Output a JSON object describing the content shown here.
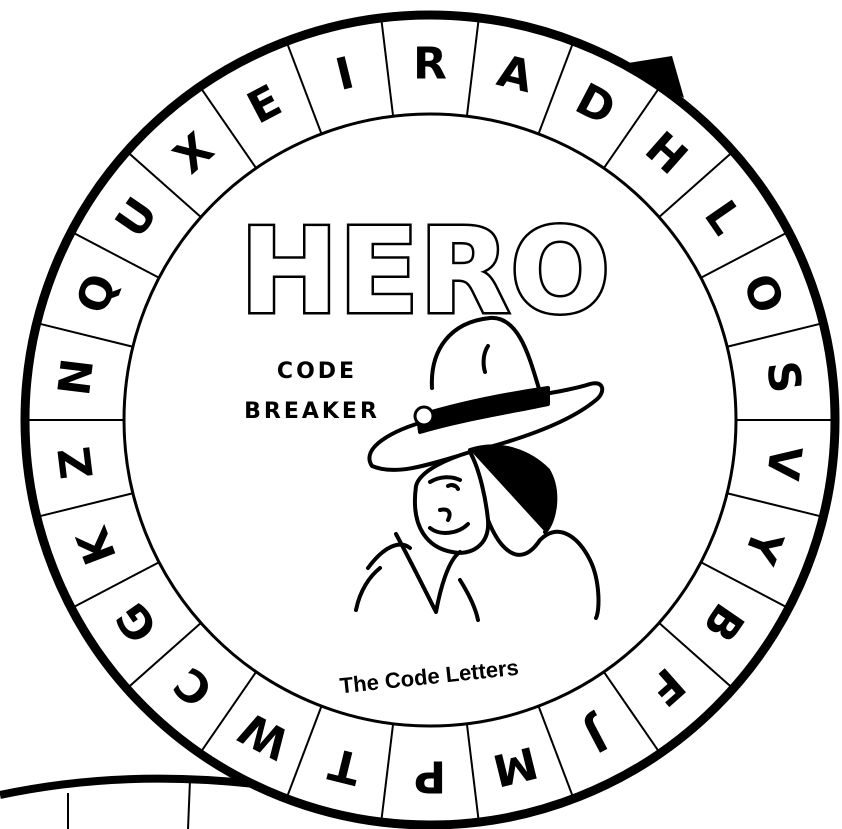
{
  "wheel": {
    "title": "HERO",
    "subtitle_line1": "CODE",
    "subtitle_line2": "BREAKER",
    "caption": "The Code Letters",
    "letters": [
      "R",
      "A",
      "D",
      "H",
      "L",
      "O",
      "S",
      "V",
      "Y",
      "B",
      "F",
      "J",
      "M",
      "P",
      "T",
      "W",
      "C",
      "G",
      "K",
      "Z",
      "N",
      "Q",
      "U",
      "X",
      "E",
      "I"
    ]
  },
  "colors": {
    "ink": "#000000",
    "paper": "#ffffff"
  }
}
